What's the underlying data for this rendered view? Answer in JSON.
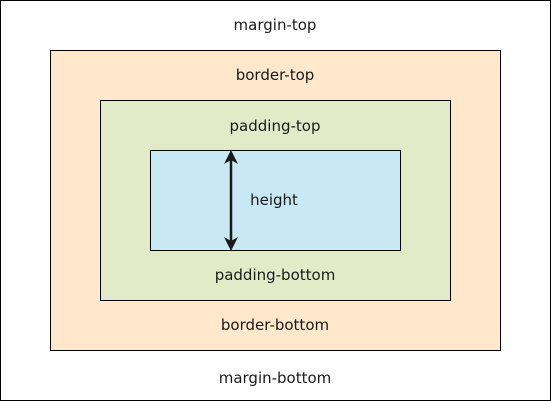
{
  "labels": {
    "margin_top": "margin-top",
    "margin_bottom": "margin-bottom",
    "border_top": "border-top",
    "border_bottom": "border-bottom",
    "padding_top": "padding-top",
    "padding_bottom": "padding-bottom",
    "height": "height"
  },
  "colors": {
    "border_fill": "#ffe8cb",
    "padding_fill": "#e1ebc7",
    "content_fill": "#c8e8f4",
    "outline": "#000000",
    "text": "#1a1a1a",
    "arrow": "#1a1a1a"
  }
}
